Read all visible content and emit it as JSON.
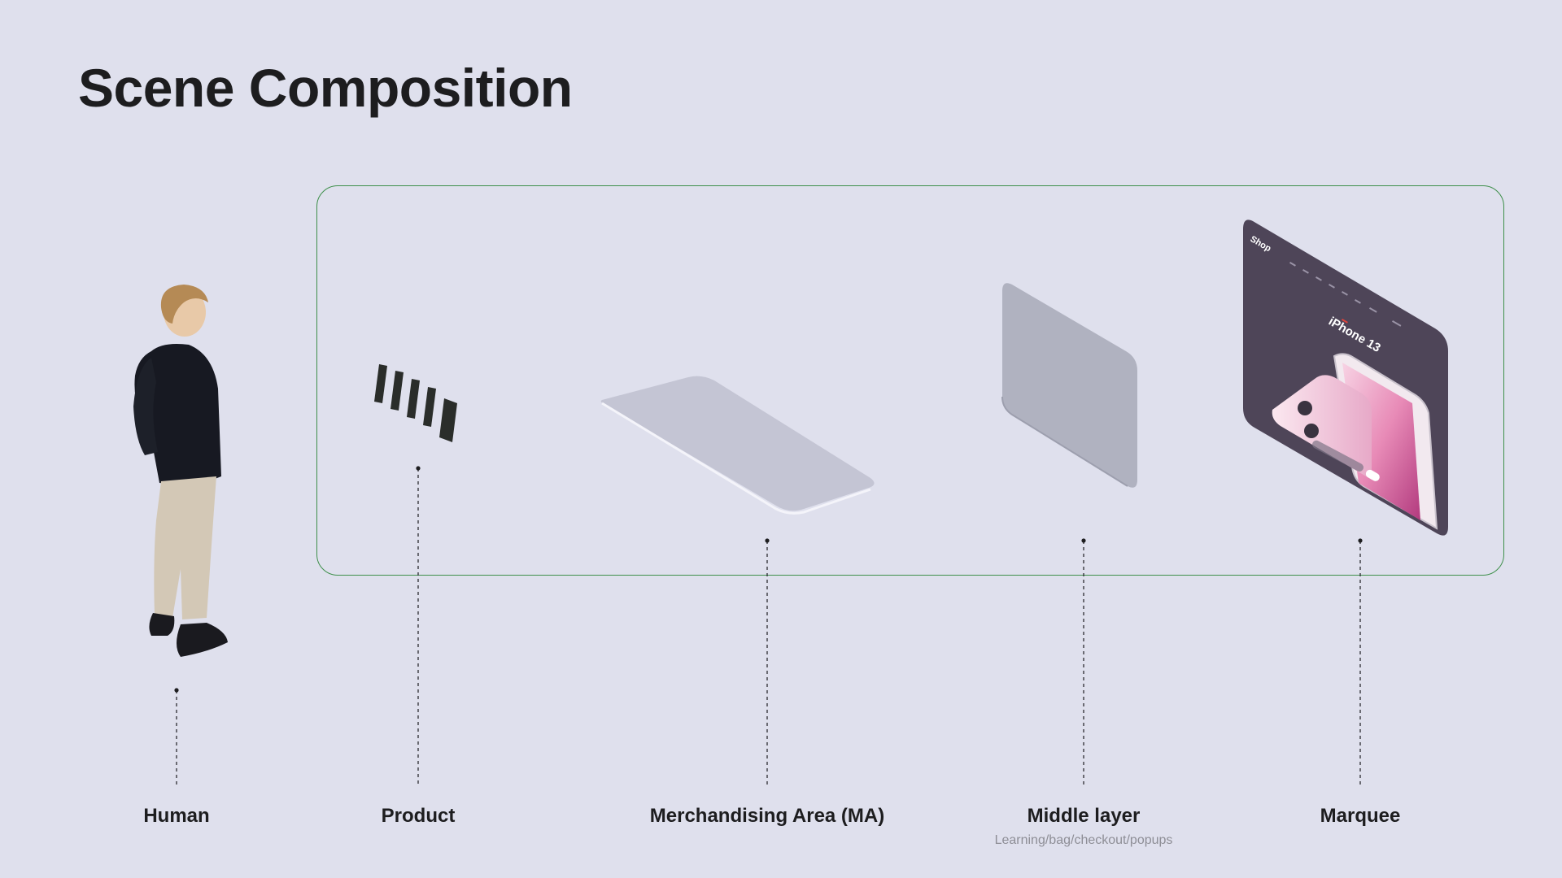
{
  "title": "Scene Composition",
  "accent_frame_color": "#3d8f4a",
  "labels": {
    "human": "Human",
    "product": "Product",
    "merchandising_area": "Merchandising Area (MA)",
    "middle_layer": "Middle layer",
    "middle_layer_sub": "Learning/bag/checkout/popups",
    "marquee": "Marquee"
  },
  "marquee_panel": {
    "brand": "Shop",
    "headline": "iPhone 13"
  },
  "icons": {
    "human": "person-figure",
    "product": "phone-stack",
    "merchandising_area": "flat-panel",
    "middle_layer": "vertical-panel",
    "marquee": "web-page-panel"
  }
}
